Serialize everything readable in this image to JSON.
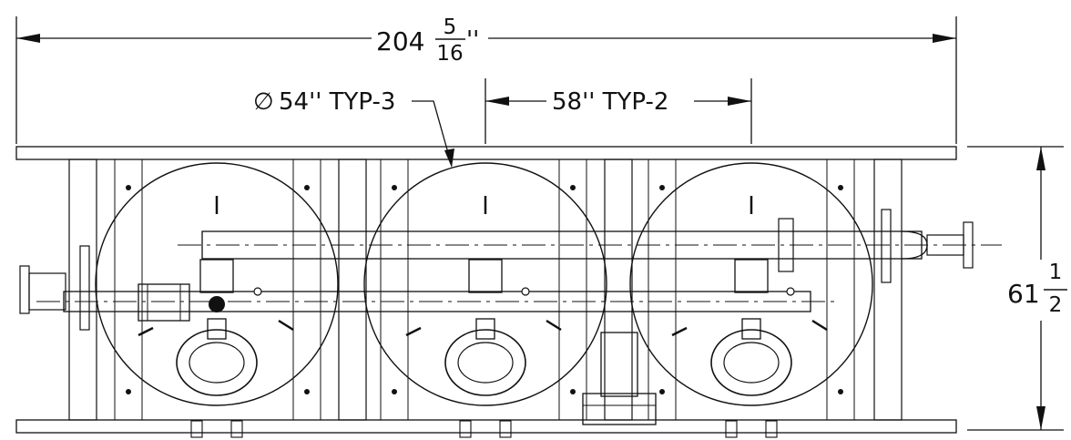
{
  "drawing": {
    "overall_length": {
      "whole": "204",
      "numerator": "5",
      "denominator": "16",
      "unit": "''"
    },
    "tank_diameter_label": "54'' TYP-3",
    "diameter_symbol": "∅",
    "tank_spacing_label": "58'' TYP-2",
    "overall_width": {
      "whole": "61",
      "numerator": "1",
      "denominator": "2"
    }
  }
}
